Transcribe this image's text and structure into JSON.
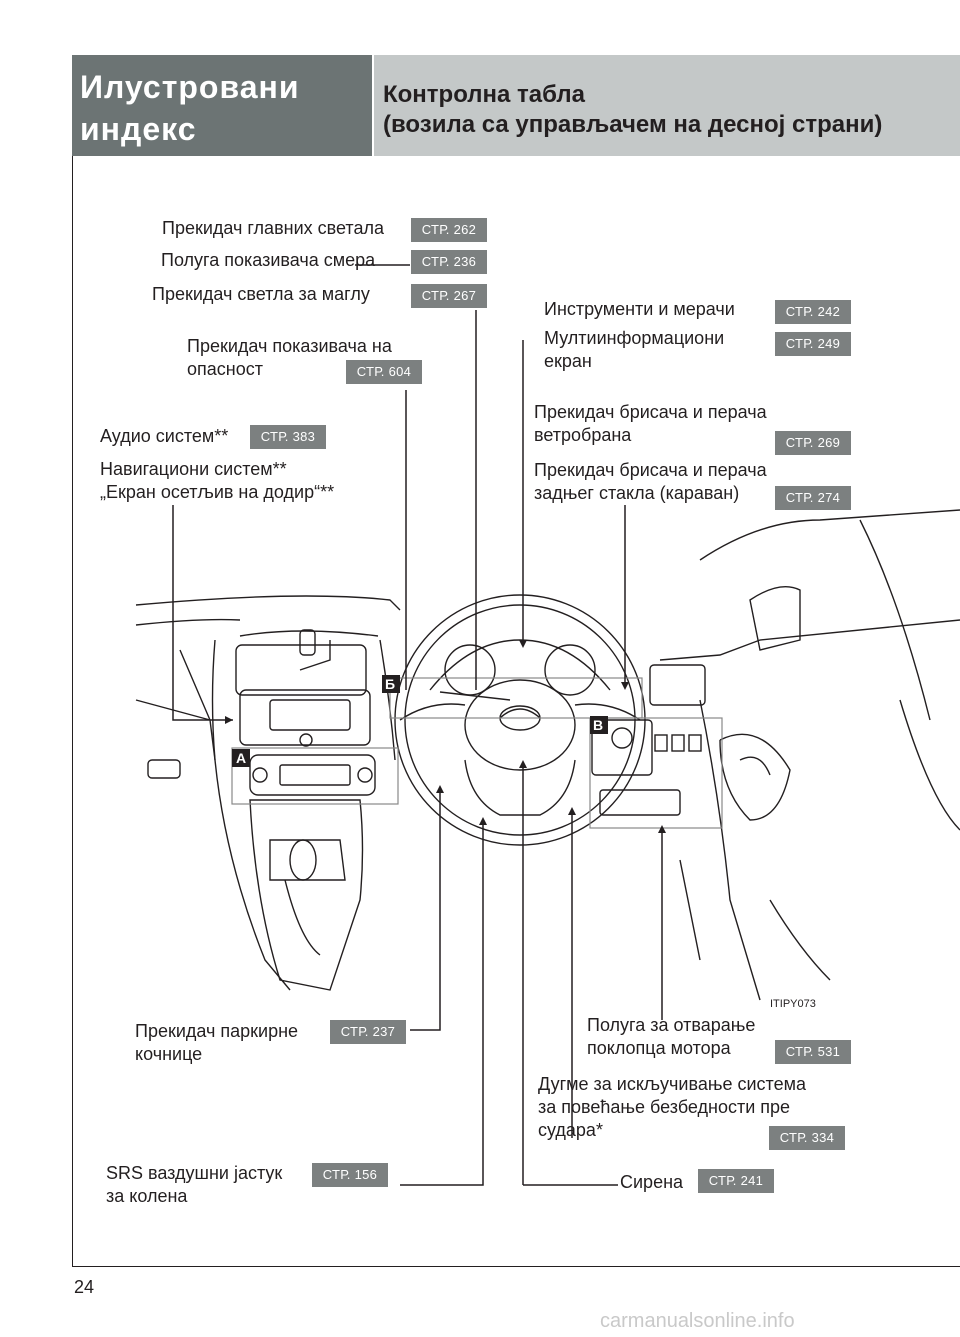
{
  "header": {
    "section_line1": "Илустровани",
    "section_line2": "индекс",
    "title_line1": "Контролна табла",
    "title_line2": "(возила са управљачем на десној страни)"
  },
  "labels": {
    "headlight": {
      "text": "Прекидач главних светала",
      "page": "СТР. 262"
    },
    "turn_signal": {
      "text": "Полуга показивача смера",
      "page": "СТР. 236"
    },
    "fog": {
      "text": "Прекидач светла за маглу",
      "page": "СТР. 267"
    },
    "hazard": {
      "line1": "Прекидач показивача на",
      "line2": "опасност",
      "page": "СТР. 604"
    },
    "audio": {
      "text": "Аудио систем**",
      "page": "СТР. 383"
    },
    "nav": {
      "line1": "Навигациони систем**",
      "line2": "„Екран осетљив на додир“**"
    },
    "gauges": {
      "text": "Инструменти и мерачи",
      "page": "СТР. 242"
    },
    "multi": {
      "line1": "Мултиинформациони",
      "line2": "екран",
      "page": "СТР. 249"
    },
    "wiper_front": {
      "line1": "Прекидач брисача и перача",
      "line2": "ветробрана",
      "page": "СТР. 269"
    },
    "wiper_rear": {
      "line1": "Прекидач брисача и перача",
      "line2": "задњег стакла (караван)",
      "page": "СТР. 274"
    },
    "parking": {
      "line1": "Прекидач паркирне",
      "line2": "кочнице",
      "page": "СТР. 237"
    },
    "hood": {
      "line1": "Полуга за отварање",
      "line2": "поклопца мотора",
      "page": "СТР. 531"
    },
    "pcs": {
      "line1": "Дугме за искључивање система",
      "line2": "за повећање безбедности пре",
      "line3": "судара*",
      "page": "СТР. 334"
    },
    "srs": {
      "line1": "SRS ваздушни јастук",
      "line2": "за колена",
      "page": "СТР. 156"
    },
    "horn": {
      "text": "Сирена",
      "page": "СТР. 241"
    }
  },
  "markers": {
    "a": "A",
    "b": "Б",
    "v": "В"
  },
  "image_code": "ITIPY073",
  "page_number": "24",
  "watermark": "carmanualsonline.info"
}
